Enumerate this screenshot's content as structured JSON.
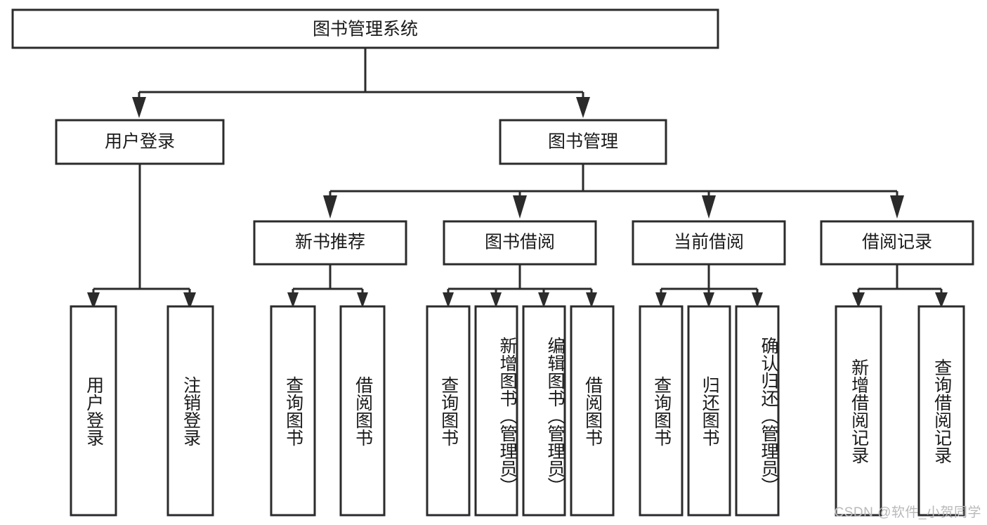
{
  "diagram": {
    "title": "图书管理系统",
    "type": "hierarchy-tree",
    "watermark": "CSDN @软件_小贺同学",
    "colors": {
      "stroke": "#2b2b2b",
      "fill": "#ffffff",
      "text": "#1a1a1a",
      "watermark": "#b9b9b9"
    },
    "levels": {
      "root": {
        "label": "图书管理系统"
      },
      "level2": [
        {
          "label": "用户登录"
        },
        {
          "label": "图书管理"
        }
      ],
      "level3": [
        {
          "label": "新书推荐"
        },
        {
          "label": "图书借阅"
        },
        {
          "label": "当前借阅"
        },
        {
          "label": "借阅记录"
        }
      ],
      "leaves": {
        "user_login": [
          {
            "label": "用户登录"
          },
          {
            "label": "注销登录"
          }
        ],
        "new_book": [
          {
            "label": "查询图书"
          },
          {
            "label": "借阅图书"
          }
        ],
        "book_borrow": [
          {
            "label": "查询图书"
          },
          {
            "label": "新增图书（管理员）"
          },
          {
            "label": "编辑图书（管理员）"
          },
          {
            "label": "借阅图书"
          }
        ],
        "current_borrow": [
          {
            "label": "查询图书"
          },
          {
            "label": "归还图书"
          },
          {
            "label": "确认归还（管理员）"
          }
        ],
        "borrow_record": [
          {
            "label": "新增借阅记录"
          },
          {
            "label": "查询借阅记录"
          }
        ]
      }
    }
  }
}
